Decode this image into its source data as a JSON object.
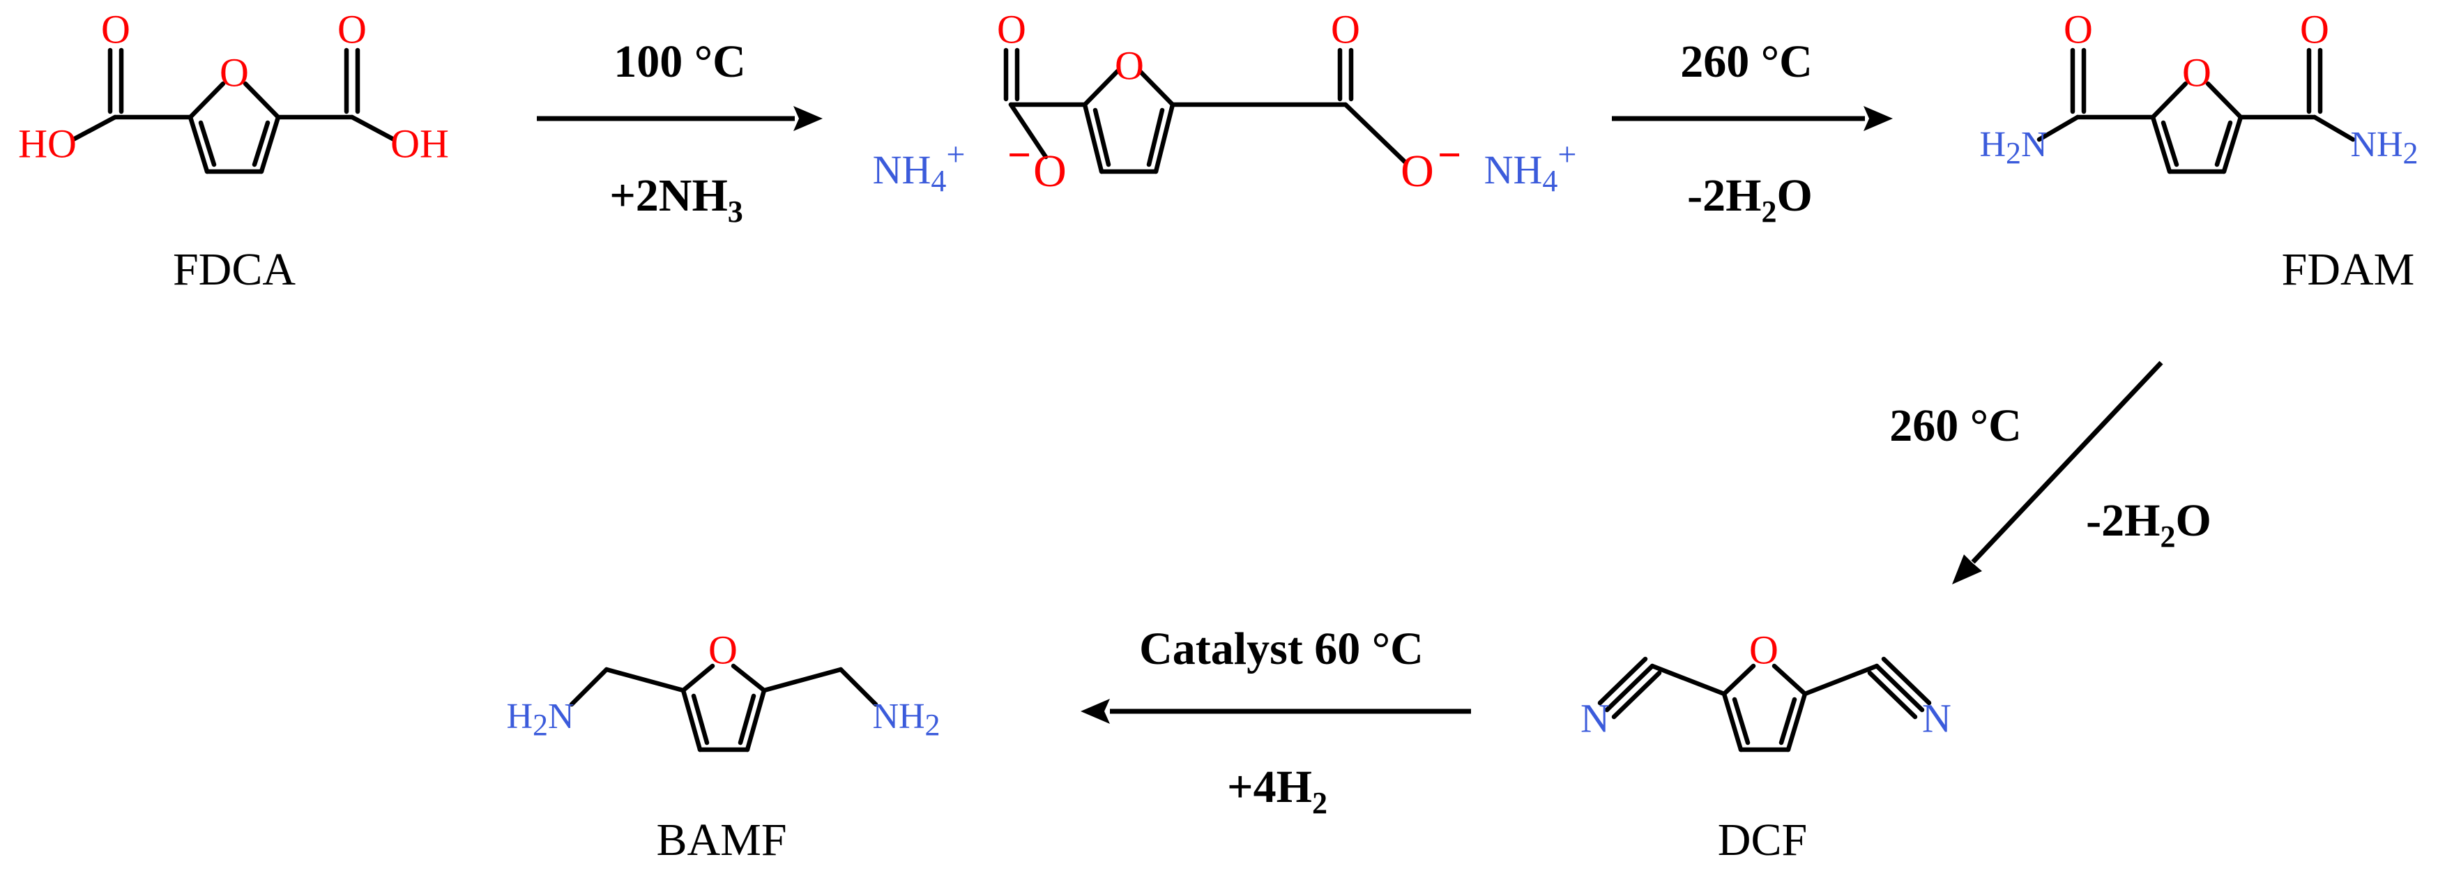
{
  "colors": {
    "oxygen": "#ff0000",
    "nitrogen": "#3b5bdb",
    "bond": "#000000",
    "background": "#ffffff"
  },
  "compounds": {
    "fdca": {
      "name": "FDCA",
      "ring_o": "O",
      "o_left": "O",
      "o_right": "O",
      "oh_left": "HO",
      "oh_right": "OH"
    },
    "salt": {
      "ring_o": "O",
      "o_left": "O",
      "o_right": "O",
      "o_minus_left": "O",
      "o_minus_right": "O",
      "ammonium": "NH",
      "ammonium_sub": "4",
      "plus": "+",
      "minus": "−"
    },
    "fdam": {
      "name": "FDAM",
      "ring_o": "O",
      "o_left": "O",
      "o_right": "O",
      "amide_left": "H",
      "amide_left_sub": "2",
      "amide_left_n": "N",
      "amide_right": "NH",
      "amide_right_sub": "2"
    },
    "dcf": {
      "name": "DCF",
      "ring_o": "O",
      "n_left": "N",
      "n_right": "N"
    },
    "bamf": {
      "name": "BAMF",
      "ring_o": "O",
      "amine_left": "H",
      "amine_left_sub": "2",
      "amine_left_n": "N",
      "amine_right": "NH",
      "amine_right_sub": "2"
    }
  },
  "steps": [
    {
      "top": "100 °C",
      "bottom": "+2NH",
      "bottom_sub": "3"
    },
    {
      "top": "260 °C",
      "bottom_pre": "-2H",
      "bottom_sub": "2",
      "bottom_post": "O"
    },
    {
      "top": "260 °C",
      "bottom_pre": "-2H",
      "bottom_sub": "2",
      "bottom_post": "O"
    },
    {
      "top": "Catalyst  60 °C",
      "bottom": "+4H",
      "bottom_sub": "2"
    }
  ]
}
